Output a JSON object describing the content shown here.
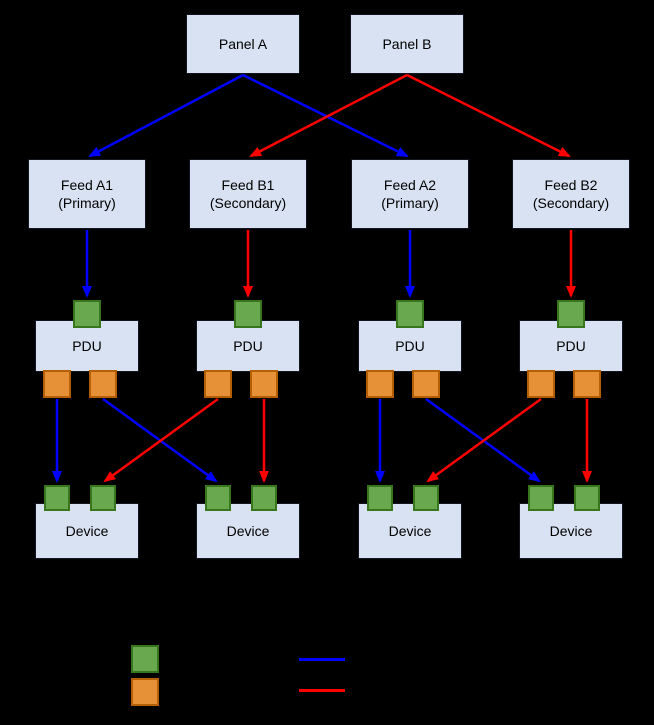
{
  "colors": {
    "background": "#000000",
    "node_fill": "#d9e2f3",
    "input_port": "#6aa84f",
    "input_port_border": "#38761d",
    "output_port": "#e69138",
    "output_port_border": "#b45f06",
    "primary_path": "#0000ff",
    "secondary_path": "#ff0000"
  },
  "panels": [
    {
      "label": "Panel A"
    },
    {
      "label": "Panel B"
    }
  ],
  "feeds": [
    {
      "name": "Feed A1",
      "role": "(Primary)"
    },
    {
      "name": "Feed B1",
      "role": "(Secondary)"
    },
    {
      "name": "Feed A2",
      "role": "(Primary)"
    },
    {
      "name": "Feed B2",
      "role": "(Secondary)"
    }
  ],
  "pdus": [
    {
      "label": "PDU"
    },
    {
      "label": "PDU"
    },
    {
      "label": "PDU"
    },
    {
      "label": "PDU"
    }
  ],
  "devices": [
    {
      "label": "Device"
    },
    {
      "label": "Device"
    },
    {
      "label": "Device"
    },
    {
      "label": "Device"
    }
  ],
  "legend": {
    "swatches": [
      {
        "icon": "input-port-swatch",
        "color": "#6aa84f"
      },
      {
        "icon": "output-port-swatch",
        "color": "#e69138"
      }
    ],
    "lines": [
      {
        "icon": "primary-feed-line",
        "color": "#0000ff"
      },
      {
        "icon": "secondary-feed-line",
        "color": "#ff0000"
      }
    ]
  }
}
